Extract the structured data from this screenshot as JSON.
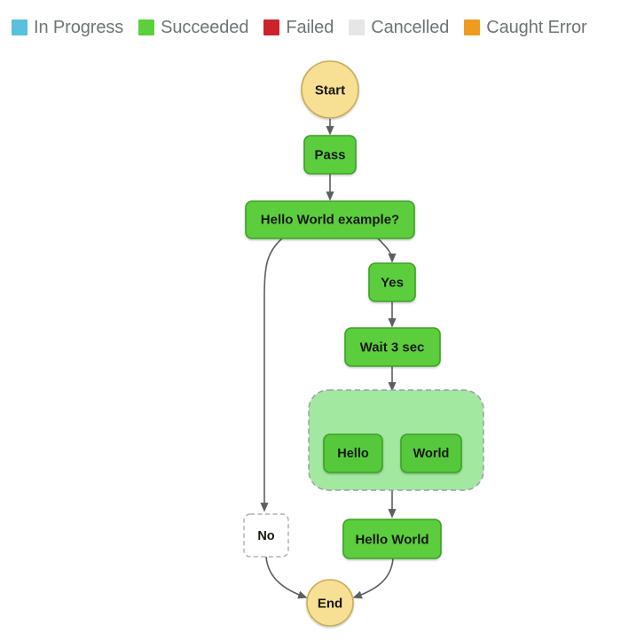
{
  "legend": {
    "items": [
      {
        "label": "In Progress",
        "color": "#5bc0de"
      },
      {
        "label": "Succeeded",
        "color": "#5cd03c"
      },
      {
        "label": "Failed",
        "color": "#cc2229"
      },
      {
        "label": "Cancelled",
        "color": "#e6e6e6"
      },
      {
        "label": "Caught Error",
        "color": "#ef9b1f"
      }
    ]
  },
  "graph": {
    "title": "state-machine-execution-graph",
    "colors": {
      "succeeded_fill": "#5cce3d",
      "succeeded_stroke": "#3da026",
      "terminal_fill": "#f7df94",
      "terminal_stroke": "#c8ad57",
      "not_run_fill": "#ffffff",
      "not_run_stroke": "#b0b4b8",
      "group_fill": "#a3e8a0",
      "group_stroke": "#9aa0a5",
      "edge": "#5a5f63"
    },
    "nodes": [
      {
        "id": "start",
        "label": "Start",
        "type": "terminal",
        "status": "Caught Error"
      },
      {
        "id": "pass",
        "label": "Pass",
        "type": "task",
        "status": "Succeeded"
      },
      {
        "id": "choice",
        "label": "Hello World example?",
        "type": "choice",
        "status": "Succeeded"
      },
      {
        "id": "yes",
        "label": "Yes",
        "type": "task",
        "status": "Succeeded"
      },
      {
        "id": "wait",
        "label": "Wait 3 sec",
        "type": "task",
        "status": "Succeeded"
      },
      {
        "id": "parallel",
        "label": "",
        "type": "group",
        "status": "Succeeded"
      },
      {
        "id": "hello",
        "label": "Hello",
        "type": "task",
        "status": "Succeeded"
      },
      {
        "id": "world",
        "label": "World",
        "type": "task",
        "status": "Succeeded"
      },
      {
        "id": "no",
        "label": "No",
        "type": "task",
        "status": "Not Run"
      },
      {
        "id": "helloworld",
        "label": "Hello World",
        "type": "task",
        "status": "Succeeded"
      },
      {
        "id": "end",
        "label": "End",
        "type": "terminal",
        "status": "Caught Error"
      }
    ],
    "edges": [
      {
        "from": "start",
        "to": "pass"
      },
      {
        "from": "pass",
        "to": "choice"
      },
      {
        "from": "choice",
        "to": "no"
      },
      {
        "from": "choice",
        "to": "yes"
      },
      {
        "from": "yes",
        "to": "wait"
      },
      {
        "from": "wait",
        "to": "parallel"
      },
      {
        "from": "parallel",
        "to": "hello"
      },
      {
        "from": "parallel",
        "to": "world"
      },
      {
        "from": "parallel",
        "to": "helloworld"
      },
      {
        "from": "no",
        "to": "end"
      },
      {
        "from": "helloworld",
        "to": "end"
      }
    ]
  }
}
